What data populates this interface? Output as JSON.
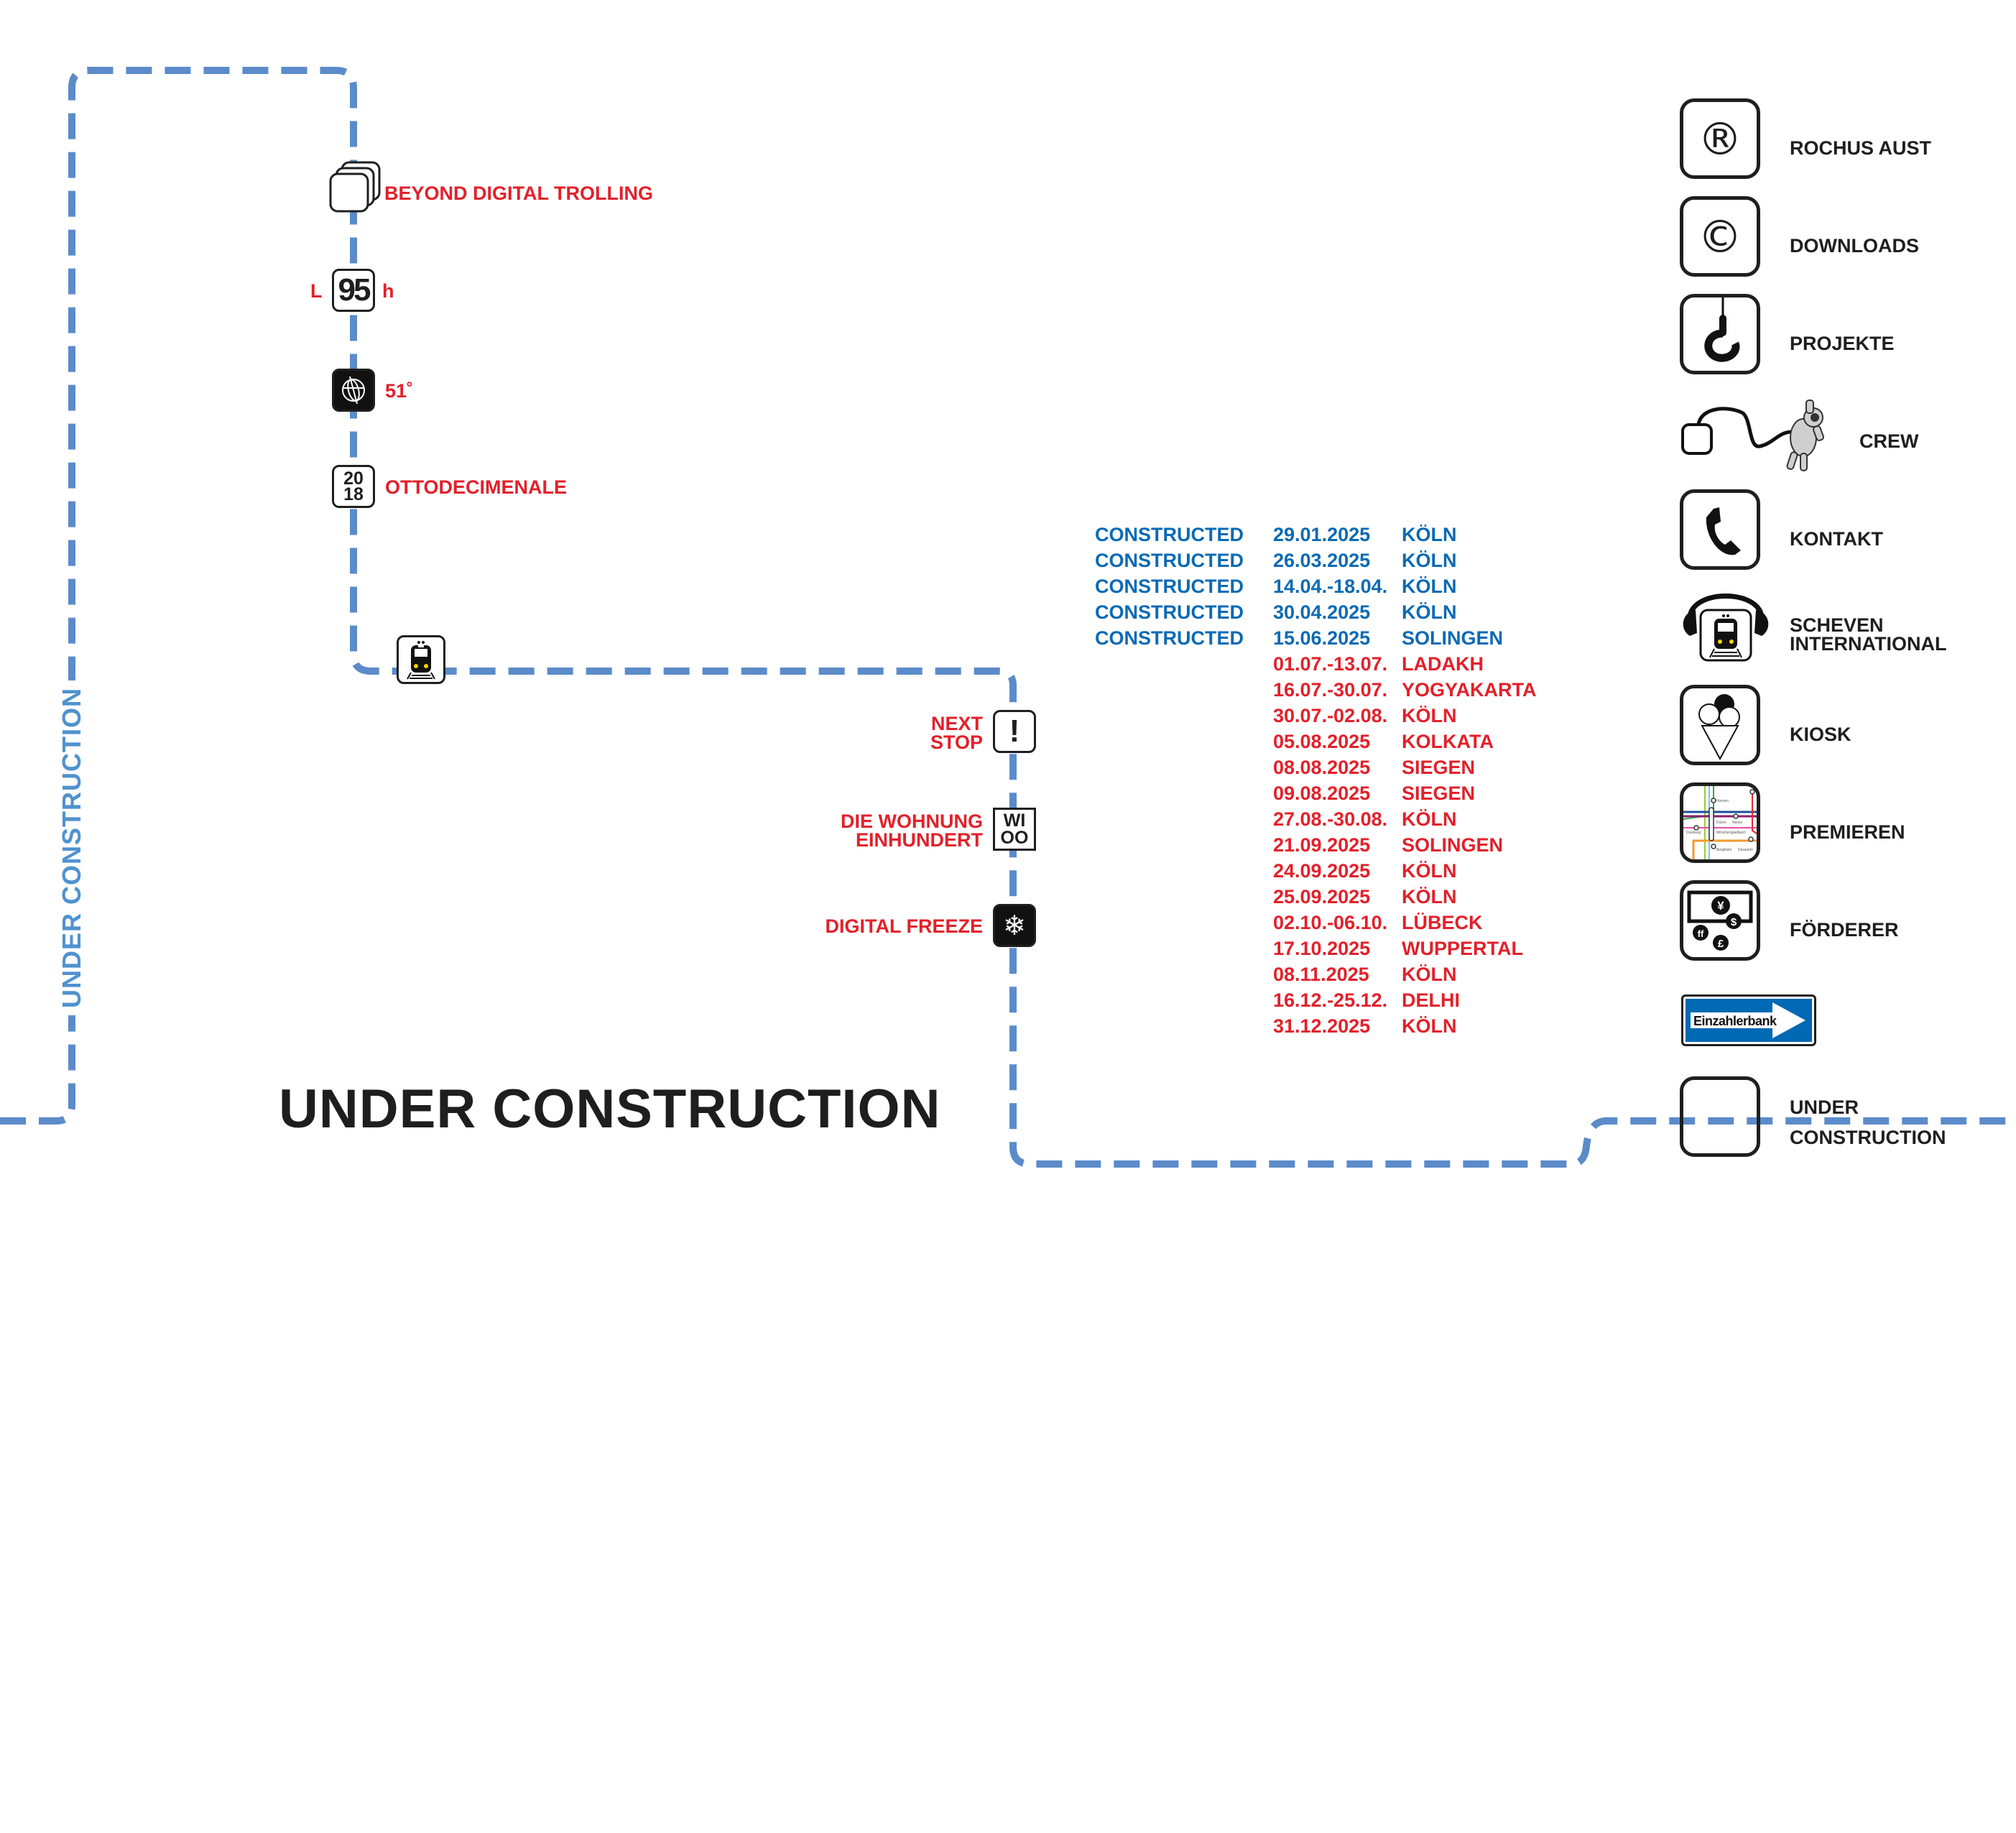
{
  "route": {
    "color": "#5b8bc9",
    "vertical_label": "UNDER CONSTRUCTION"
  },
  "stops": {
    "beyond_digital_trolling": "BEYOND DIGITAL TROLLING",
    "l95h": {
      "prefix": "L",
      "number": "95",
      "suffix": "h"
    },
    "globe": "51˚",
    "ottodecimenale": {
      "year_top": "20",
      "year_bottom": "18",
      "label": "OTTODECIMENALE"
    },
    "next_stop": {
      "line1": "NEXT",
      "line2": "STOP",
      "icon_glyph": "!"
    },
    "wohnung": {
      "line1": "DIE WOHNUNG",
      "line2": "EINHUNDERT",
      "icon_top": "WI",
      "icon_bottom": "OO"
    },
    "digital_freeze": {
      "label": "DIGITAL FREEZE",
      "icon_glyph": "❄"
    }
  },
  "title": "UNDER CONSTRUCTION",
  "colors": {
    "past": "#0a6ab4",
    "future": "#e3202a",
    "text": "#1e1e1e",
    "sign_blue": "#0069b4"
  },
  "events": [
    {
      "status": "CONSTRUCTED",
      "date": "29.01.2025",
      "city": "KÖLN",
      "past": true
    },
    {
      "status": "CONSTRUCTED",
      "date": "26.03.2025",
      "city": "KÖLN",
      "past": true
    },
    {
      "status": "CONSTRUCTED",
      "date": "14.04.-18.04.",
      "city": "KÖLN",
      "past": true
    },
    {
      "status": "CONSTRUCTED",
      "date": "30.04.2025",
      "city": "KÖLN",
      "past": true
    },
    {
      "status": "CONSTRUCTED",
      "date": "15.06.2025",
      "city": "SOLINGEN",
      "past": true
    },
    {
      "status": "",
      "date": "01.07.-13.07.",
      "city": "LADAKH",
      "past": false
    },
    {
      "status": "",
      "date": "16.07.-30.07.",
      "city": "YOGYAKARTA",
      "past": false
    },
    {
      "status": "",
      "date": "30.07.-02.08.",
      "city": "KÖLN",
      "past": false
    },
    {
      "status": "",
      "date": "05.08.2025",
      "city": "KOLKATA",
      "past": false
    },
    {
      "status": "",
      "date": "08.08.2025",
      "city": "SIEGEN",
      "past": false
    },
    {
      "status": "",
      "date": "09.08.2025",
      "city": "SIEGEN",
      "past": false
    },
    {
      "status": "",
      "date": "27.08.-30.08.",
      "city": "KÖLN",
      "past": false
    },
    {
      "status": "",
      "date": "21.09.2025",
      "city": "SOLINGEN",
      "past": false
    },
    {
      "status": "",
      "date": "24.09.2025",
      "city": "KÖLN",
      "past": false
    },
    {
      "status": "",
      "date": "25.09.2025",
      "city": "KÖLN",
      "past": false
    },
    {
      "status": "",
      "date": "02.10.-06.10.",
      "city": "LÜBECK",
      "past": false
    },
    {
      "status": "",
      "date": "17.10.2025",
      "city": "WUPPERTAL",
      "past": false
    },
    {
      "status": "",
      "date": "08.11.2025",
      "city": "KÖLN",
      "past": false
    },
    {
      "status": "",
      "date": "16.12.-25.12.",
      "city": "DELHI",
      "past": false
    },
    {
      "status": "",
      "date": "31.12.2025",
      "city": "KÖLN",
      "past": false
    }
  ],
  "nav": {
    "rochus_aust": {
      "label": "ROCHUS AUST",
      "icon": "registered-icon",
      "glyph": "®"
    },
    "downloads": {
      "label": "DOWNLOADS",
      "icon": "copyright-icon",
      "glyph": "©"
    },
    "projekte": {
      "label": "PROJEKTE",
      "icon": "crane-hook-icon"
    },
    "crew": {
      "label": "CREW",
      "icon": "astronaut-icon"
    },
    "kontakt": {
      "label": "KONTAKT",
      "icon": "phone-icon"
    },
    "scheven": {
      "line1": "SCHEVEN",
      "line2": "INTERNATIONAL",
      "icon": "headphones-train-icon"
    },
    "kiosk": {
      "label": "KIOSK",
      "icon": "ice-cream-icon"
    },
    "premieren": {
      "label": "PREMIEREN",
      "icon": "transit-map-icon",
      "map_labels": [
        "Viersen",
        "Düren",
        "Neuss",
        "Duisburg",
        "Mönchengladbach",
        "Bergheim",
        "Düsseldo"
      ]
    },
    "foerderer": {
      "label": "FÖRDERER",
      "icon": "currency-icon"
    },
    "einzahlerbank": {
      "label": "Einzahlerbank"
    },
    "under_construction": {
      "line1": "UNDER",
      "line2": "CONSTRUCTION"
    }
  }
}
